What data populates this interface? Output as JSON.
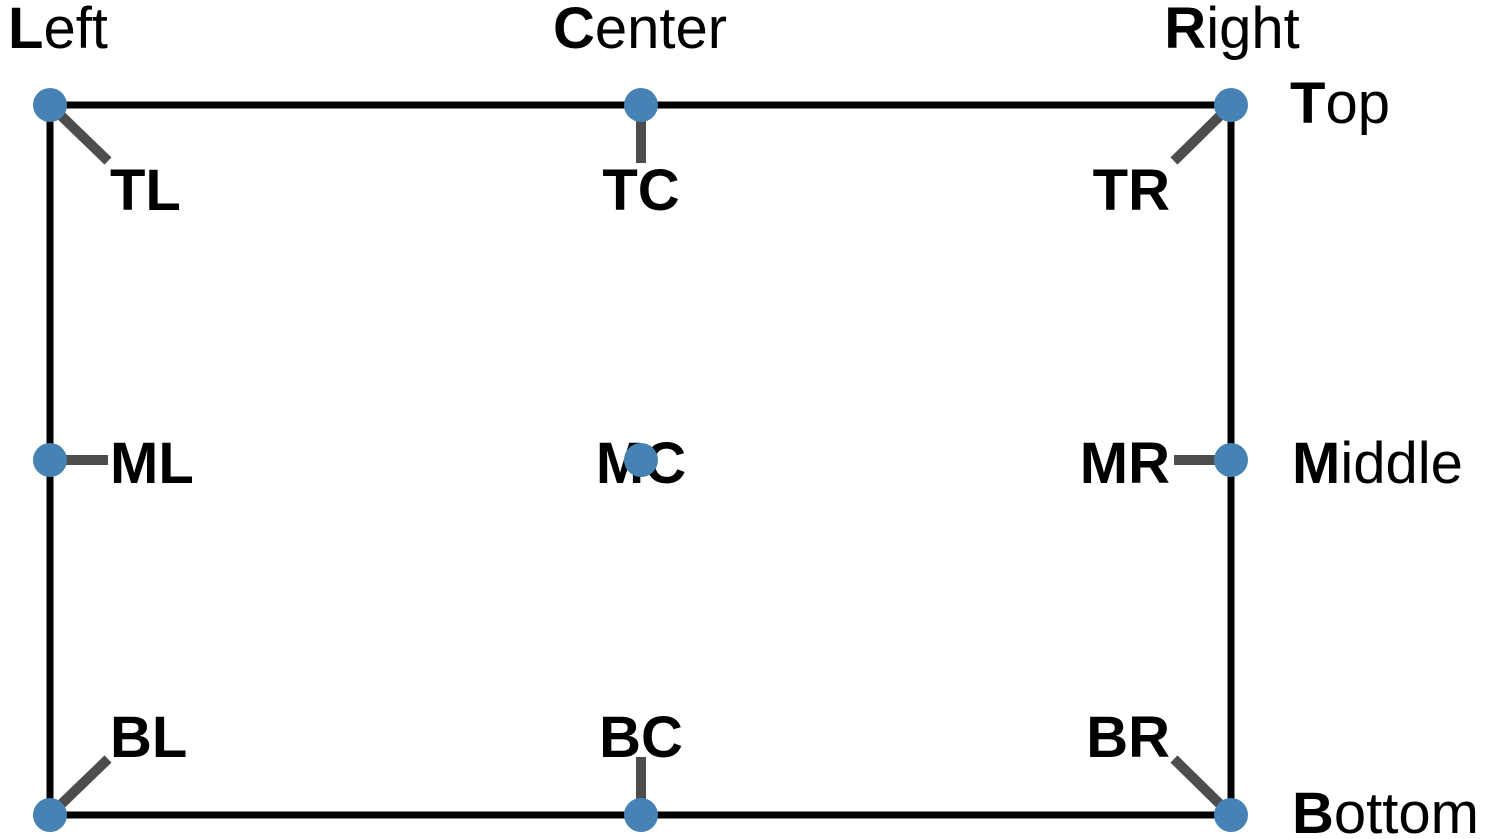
{
  "diagram": {
    "column_headers": {
      "left": {
        "initial": "L",
        "rest": "eft"
      },
      "center": {
        "initial": "C",
        "rest": "enter"
      },
      "right": {
        "initial": "R",
        "rest": "ight"
      }
    },
    "row_headers": {
      "top": {
        "initial": "T",
        "rest": "op"
      },
      "middle": {
        "initial": "M",
        "rest": "iddle"
      },
      "bottom": {
        "initial": "B",
        "rest": "ottom"
      }
    },
    "anchor_labels": {
      "tl": "TL",
      "tc": "TC",
      "tr": "TR",
      "ml": "ML",
      "mc": "MC",
      "mr": "MR",
      "bl": "BL",
      "bc": "BC",
      "br": "BR"
    },
    "colors": {
      "marker": "#4682B4",
      "connector": "#4D4D4D",
      "frame": "#000000",
      "text": "#000000"
    }
  }
}
